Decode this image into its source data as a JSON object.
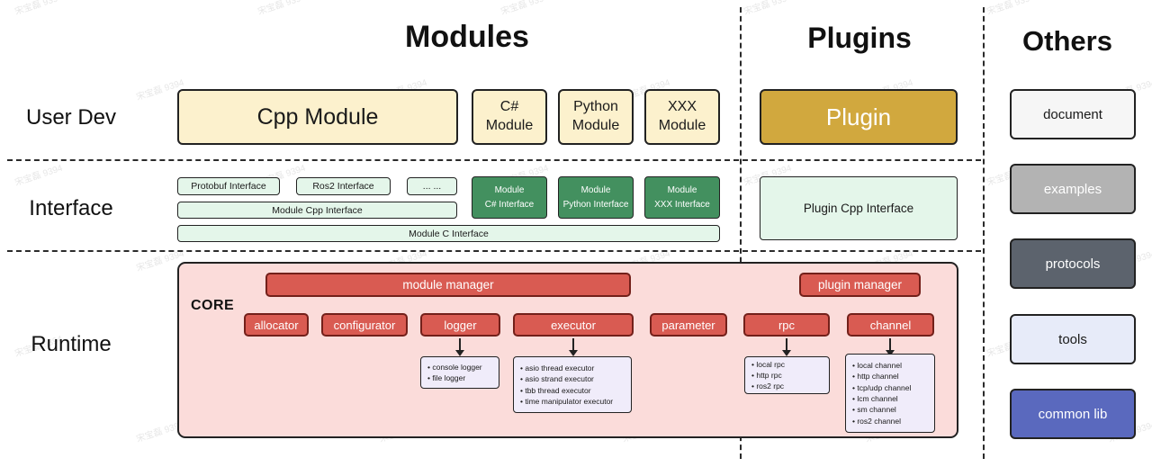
{
  "watermark": {
    "text": "宋宝磊 9394"
  },
  "palette": {
    "cream": "#FCF1CD",
    "gold": "#D1A83E",
    "light_green": "#E4F6EA",
    "dark_green": "#43905F",
    "pink": "#FBDCDA",
    "red": "#D95B52",
    "lavender": "#F0ECFA",
    "gray": "#B3B3B3",
    "dark_gray": "#5C636D",
    "light_indigo": "#E7EBF9",
    "indigo": "#5A69BE"
  },
  "headers": {
    "modules": "Modules",
    "plugins": "Plugins",
    "others": "Others"
  },
  "row_labels": {
    "user_dev": "User Dev",
    "interface": "Interface",
    "runtime": "Runtime"
  },
  "user_dev": {
    "cpp_module": "Cpp Module",
    "csharp_module": "C#\nModule",
    "python_module": "Python\nModule",
    "xxx_module": "XXX\nModule",
    "plugin": "Plugin"
  },
  "interface": {
    "protobuf": "Protobuf Interface",
    "ros2": "Ros2 Interface",
    "dots": "... ...",
    "module_cpp": "Module Cpp Interface",
    "module_c": "Module C Interface",
    "module_csharp": "Module\nC# Interface",
    "module_python": "Module\nPython Interface",
    "module_xxx": "Module\nXXX Interface",
    "plugin_cpp": "Plugin Cpp Interface"
  },
  "runtime": {
    "core": "CORE",
    "module_manager": "module manager",
    "plugin_manager": "plugin manager",
    "components": [
      "allocator",
      "configurator",
      "logger",
      "executor",
      "parameter",
      "rpc",
      "channel"
    ],
    "logger_items": [
      "console logger",
      "file logger"
    ],
    "executor_items": [
      "asio thread executor",
      "asio strand executor",
      "tbb thread executor",
      "time manipulator executor"
    ],
    "rpc_items": [
      "local rpc",
      "http rpc",
      "ros2 rpc"
    ],
    "channel_items": [
      "local channel",
      "http channel",
      "tcp/udp channel",
      "lcm channel",
      "sm channel",
      "ros2 channel"
    ]
  },
  "others": {
    "document": "document",
    "examples": "examples",
    "protocols": "protocols",
    "tools": "tools",
    "common_lib": "common lib"
  }
}
